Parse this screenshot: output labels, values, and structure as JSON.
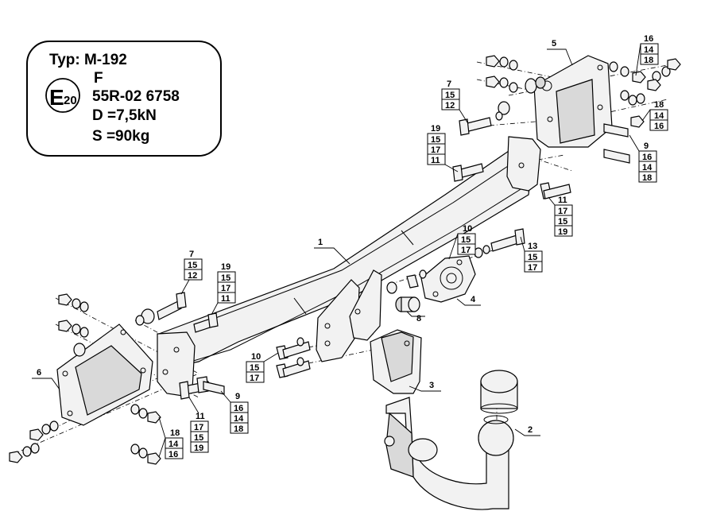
{
  "info_box": {
    "type_line": "Typ: M-192",
    "class_line": "F",
    "e_mark": "E",
    "e_number": "20",
    "approval_line": "55R-02 6758",
    "d_value_line": "D =7,5kN",
    "s_value_line": "S =90kg"
  },
  "callouts": {
    "c1": "1",
    "c2": "2",
    "c3": "3",
    "c4": "4",
    "c5": "5",
    "c6": "6",
    "c8": "8"
  },
  "stacks": {
    "tr_top": [
      "16",
      "14",
      "18"
    ],
    "tr_mid": [
      "18",
      "14",
      "16"
    ],
    "tr_low": [
      "9",
      "16",
      "14",
      "18"
    ],
    "t7_top": [
      "7",
      "15",
      "12"
    ],
    "t19_top": [
      "19",
      "15",
      "17",
      "11"
    ],
    "t11_right": [
      "11",
      "17",
      "15",
      "19"
    ],
    "t10_top": [
      "10",
      "15",
      "17"
    ],
    "t13": [
      "13",
      "15",
      "17"
    ],
    "t7_left": [
      "7",
      "15",
      "12"
    ],
    "t19_left": [
      "19",
      "15",
      "17",
      "11"
    ],
    "t10_low": [
      "10",
      "15",
      "17"
    ],
    "t9_low": [
      "9",
      "16",
      "14",
      "18"
    ],
    "t11_low": [
      "11",
      "17",
      "15",
      "19"
    ],
    "t18_low": [
      "18",
      "14",
      "16"
    ]
  }
}
